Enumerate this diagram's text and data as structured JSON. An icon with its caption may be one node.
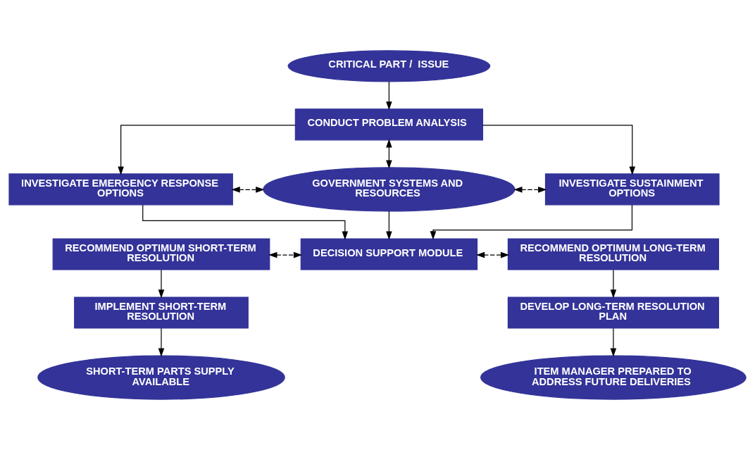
{
  "diagram": {
    "nodes": [
      {
        "text": [
          "CRITICAL PART /  ISSUE"
        ]
      },
      {
        "text": [
          "CONDUCT PROBLEM ANALYSIS"
        ]
      },
      {
        "text": [
          "INVESTIGATE EMERGENCY RESPONSE OPTIONS"
        ]
      },
      {
        "text": [
          "GOVERNMENT SYSTEMS AND RESOURCES"
        ]
      },
      {
        "text": [
          "INVESTIGATE SUSTAINMENT OPTIONS"
        ]
      },
      {
        "text": [
          "RECOMMEND OPTIMUM SHORT-TERM RESOLUTION"
        ]
      },
      {
        "text": [
          "DECISION SUPPORT MODULE"
        ]
      },
      {
        "text": [
          "RECOMMEND OPTIMUM LONG-TERM RESOLUTION"
        ]
      },
      {
        "text": [
          "IMPLEMENT SHORT-TERM RESOLUTION"
        ]
      },
      {
        "text": [
          "DEVELOP LONG-TERM RESOLUTION PLAN"
        ]
      },
      {
        "text": [
          "SHORT-TERM PARTS SUPPLY AVAILABLE"
        ]
      },
      {
        "text": [
          "ITEM MANAGER PREPARED TO ADDRESS FUTURE DELIVERIES"
        ]
      }
    ],
    "edges": [
      {
        "from": 0,
        "to": 1,
        "arrow": "to"
      },
      {
        "from": 1,
        "to": 2,
        "arrow": "to"
      },
      {
        "from": 1,
        "to": 3,
        "arrow": "both"
      },
      {
        "from": 1,
        "to": 4,
        "arrow": "to"
      },
      {
        "from": 2,
        "to": 3,
        "arrow": "both",
        "style": "dashed"
      },
      {
        "from": 3,
        "to": 4,
        "arrow": "both",
        "style": "dashed"
      },
      {
        "from": 2,
        "to": 6,
        "arrow": "to"
      },
      {
        "from": 3,
        "to": 6,
        "arrow": "to"
      },
      {
        "from": 4,
        "to": 6,
        "arrow": "to"
      },
      {
        "from": 5,
        "to": 6,
        "arrow": "both",
        "style": "dashed"
      },
      {
        "from": 6,
        "to": 7,
        "arrow": "both",
        "style": "dashed"
      },
      {
        "from": 5,
        "to": 8,
        "arrow": "to"
      },
      {
        "from": 8,
        "to": 10,
        "arrow": "to"
      },
      {
        "from": 7,
        "to": 9,
        "arrow": "to"
      },
      {
        "from": 9,
        "to": 11,
        "arrow": "to"
      }
    ]
  }
}
